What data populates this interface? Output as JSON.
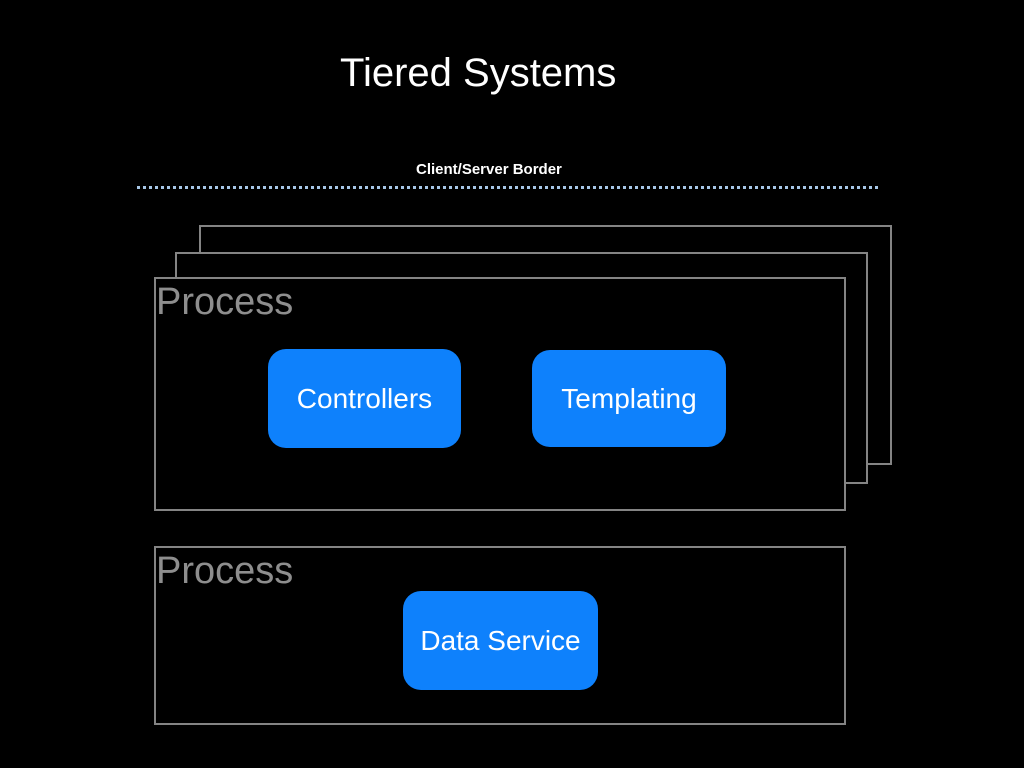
{
  "slide": {
    "title": "Tiered Systems"
  },
  "border": {
    "label": "Client/Server Border"
  },
  "tiers": {
    "top": {
      "label": "Process",
      "stacked_frames": 3,
      "nodes": [
        {
          "label": "Controllers"
        },
        {
          "label": "Templating"
        }
      ]
    },
    "bottom": {
      "label": "Process",
      "nodes": [
        {
          "label": "Data Service"
        }
      ]
    }
  },
  "colors": {
    "background": "#000000",
    "title_text": "#ffffff",
    "accent_blue": "#0e81fc",
    "box_text": "#ffffff",
    "frame_border": "#848484",
    "frame_label": "#8e8e8e",
    "dotted_line": "#a7c7e7"
  }
}
